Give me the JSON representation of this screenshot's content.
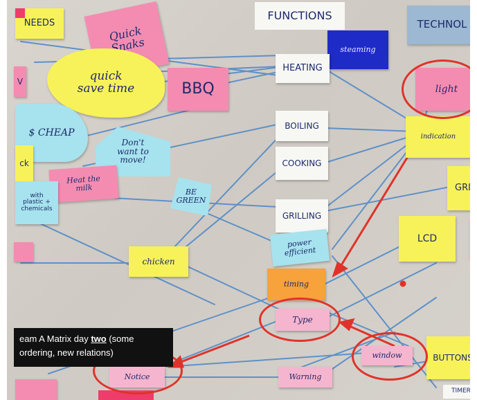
{
  "caption": {
    "before": "eam A Matrix day ",
    "emphasis": "two",
    "after": " (some",
    "line2": "ordering, new relations)"
  },
  "notes": {
    "needs": "NEEDS",
    "functions": "FUNCTIONS",
    "techno": "TECHNOL",
    "quick_snaks": "Quick\nSnaks",
    "quick": "quick\nsave time",
    "bbq": "BBQ",
    "steaming": "steaming",
    "heating": "HEATING",
    "light": "light",
    "indication": "indication",
    "cheap": "$ CHEAP",
    "boiling": "BOILING",
    "cooking": "COOKING",
    "dont_want": "Don't\nwant to\nmove!",
    "heat_milk": "Heat the\nmilk",
    "with_plastic": "with\nplastic +\nchemicals",
    "be_green": "BE\nGREEN",
    "grilling": "GRILLING",
    "gri": "GRI",
    "lcd": "LCD",
    "power_efficient": "power\nefficient",
    "chicken": "chicken",
    "timing": "timing",
    "type": "Type",
    "window": "window",
    "buttons": "BUTTONS",
    "warning": "Warning",
    "notice": "Notice",
    "timer": "TIMER",
    "ck": "ck",
    "v": "V"
  },
  "colors": {
    "string": "#4a86c8",
    "marker": "#e0322a"
  }
}
